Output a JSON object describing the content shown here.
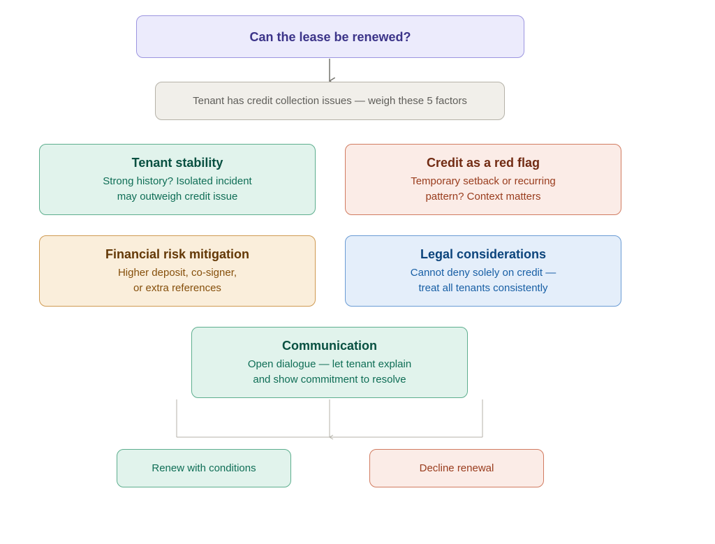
{
  "question": {
    "text": "Can the lease be renewed?",
    "fill": "#ecebfc",
    "border": "#9c95e0",
    "color": "#3c3489"
  },
  "context": {
    "text": "Tenant has credit collection issues — weigh these 5 factors",
    "fill": "#f1efea",
    "border": "#b5b2a8",
    "color": "#5f5e5a"
  },
  "factors": [
    {
      "title": "Tenant stability",
      "line1": "Strong history? Isolated incident",
      "line2": "may outweigh credit issue",
      "fill": "#e1f3ec",
      "border": "#5dae8e",
      "title_color": "#085041",
      "text_color": "#0f6e56"
    },
    {
      "title": "Credit as a red flag",
      "line1": "Temporary setback or recurring",
      "line2": "pattern? Context matters",
      "fill": "#fbece7",
      "border": "#d17b60",
      "title_color": "#712b13",
      "text_color": "#993c1d"
    },
    {
      "title": "Financial risk mitigation",
      "line1": "Higher deposit, co-signer,",
      "line2": "or extra references",
      "fill": "#faeedb",
      "border": "#cf9a52",
      "title_color": "#633806",
      "text_color": "#854f0b"
    },
    {
      "title": "Legal considerations",
      "line1": "Cannot deny solely on credit —",
      "line2": "treat all tenants consistently",
      "fill": "#e4eefa",
      "border": "#6a9bd4",
      "title_color": "#0c447c",
      "text_color": "#185fa5"
    },
    {
      "title": "Communication",
      "line1": "Open dialogue — let tenant explain",
      "line2": "and show commitment to resolve",
      "fill": "#e1f3ec",
      "border": "#5dae8e",
      "title_color": "#085041",
      "text_color": "#0f6e56"
    }
  ],
  "outcomes": [
    {
      "text": "Renew with conditions",
      "fill": "#e1f3ec",
      "border": "#5dae8e",
      "color": "#0f6e56"
    },
    {
      "text": "Decline renewal",
      "fill": "#fbece7",
      "border": "#d17b60",
      "color": "#993c1d"
    }
  ]
}
